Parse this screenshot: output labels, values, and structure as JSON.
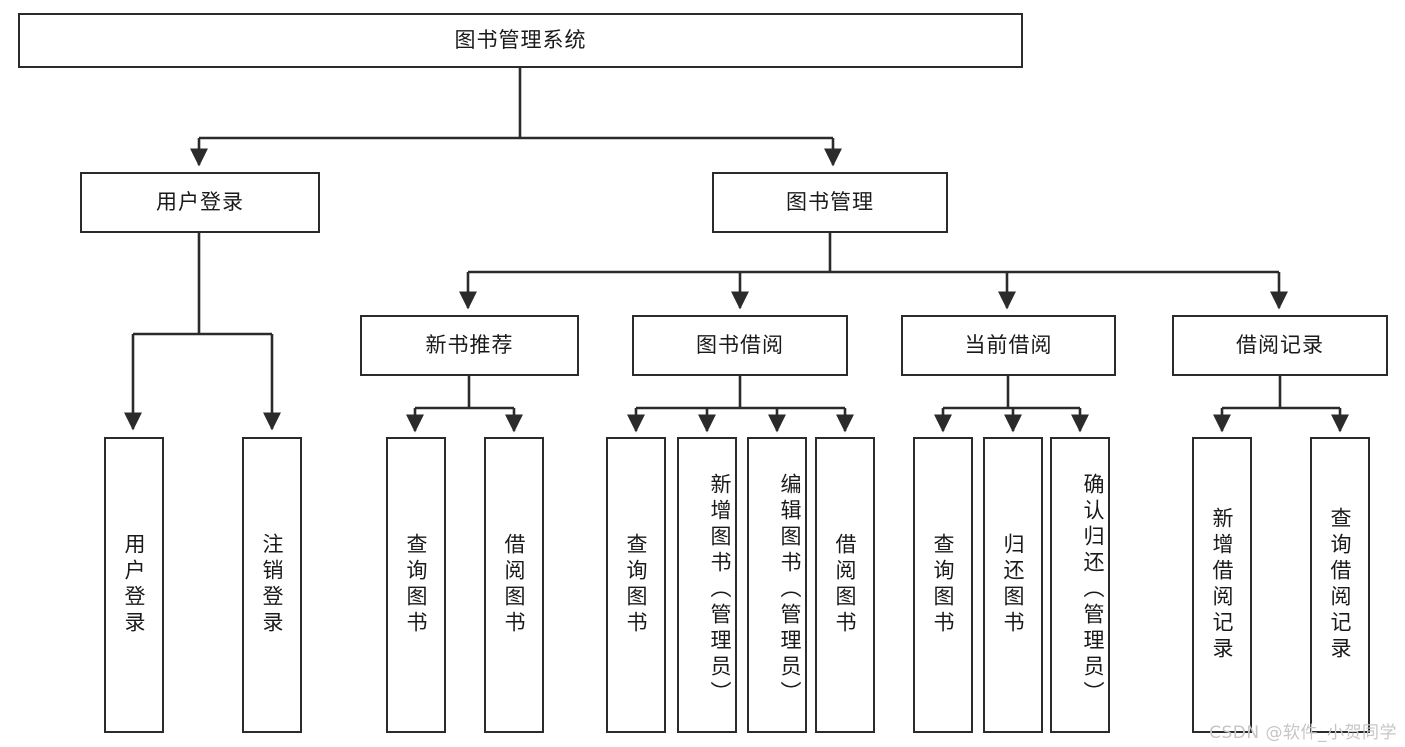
{
  "diagram": {
    "title": "图书管理系统",
    "type": "tree-hierarchy-diagram",
    "colors": {
      "box_border": "#2b2b2b",
      "box_fill": "#ffffff",
      "connector": "#2b2b2b",
      "text": "#1a1a1a",
      "watermark": "#c6c6c6"
    },
    "root": {
      "label": "图书管理系统"
    },
    "level2": [
      {
        "label": "用户登录"
      },
      {
        "label": "图书管理"
      }
    ],
    "level3": [
      {
        "label": "新书推荐"
      },
      {
        "label": "图书借阅"
      },
      {
        "label": "当前借阅"
      },
      {
        "label": "借阅记录"
      }
    ],
    "leaves": {
      "user_login": [
        {
          "label": "用户登录"
        },
        {
          "label": "注销登录"
        }
      ],
      "new_book_recommend": [
        {
          "label": "查询图书"
        },
        {
          "label": "借阅图书"
        }
      ],
      "book_borrow": [
        {
          "label": "查询图书"
        },
        {
          "label": "新增图书（管理员）"
        },
        {
          "label": "编辑图书（管理员）"
        },
        {
          "label": "借阅图书"
        }
      ],
      "current_borrow": [
        {
          "label": "查询图书"
        },
        {
          "label": "归还图书"
        },
        {
          "label": "确认归还（管理员）"
        }
      ],
      "borrow_record": [
        {
          "label": "新增借阅记录"
        },
        {
          "label": "查询借阅记录"
        }
      ]
    },
    "watermark": "CSDN @软件_小贺同学"
  }
}
